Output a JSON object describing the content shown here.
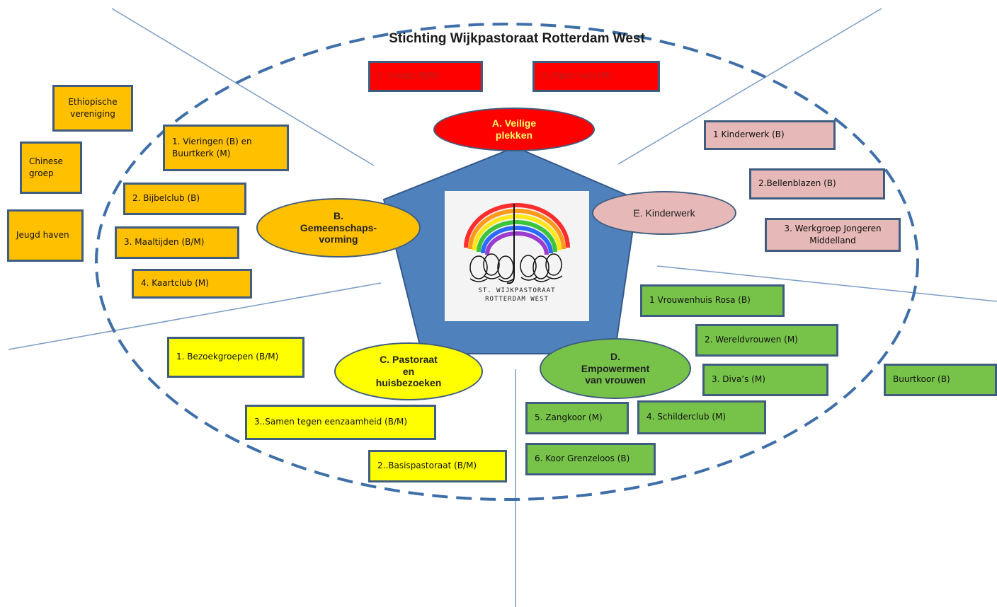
{
  "title": "Stichting Wijkpastoraat Rotterdam West",
  "categories": {
    "a": "A. Veilige\nplekken",
    "b": "B.\nGemeenschaps-\nvorming",
    "c": "C. Pastoraat\nen\nhuisbezoeken",
    "d": "D.\nEmpowerment\nvan vrouwen",
    "e": "E. Kinderwerk"
  },
  "logo": {
    "line1": "ST. WIJKPASTORAAT",
    "line2": "ROTTERDAM WEST"
  },
  "boxes": {
    "inloop": "1. Inloop (B/M)",
    "open_huis": "2. Open huis (M)",
    "ethiopische": "Ethiopische vereniging",
    "chinese": "Chinese groep",
    "jeugd": "Jeugd haven",
    "vieringen": "1. Vieringen (B) en Buurtkerk (M)",
    "bijbelclub": "2. Bijbelclub (B)",
    "maaltijden": "3. Maaltijden (B/M)",
    "kaartclub": "4. Kaartclub (M)",
    "kinderwerk": "1 Kinderwerk (B)",
    "bellenblazen": "2.Bellenblazen (B)",
    "werkgroep": "3. Werkgroep Jongeren Middelland",
    "vrouwenhuis": "1 Vrouwenhuis Rosa (B)",
    "wereldvrouwen": "2.  Wereldvrouwen (M)",
    "divas": "3.  Diva’s (M)",
    "schilderclub": "4. Schilderclub (M)",
    "zangkoor": "5. Zangkoor (M)",
    "koor": "6. Koor Grenzeloos (B)",
    "buurtkoor": "Buurtkoor (B)",
    "bezoekgroepen": "1. Bezoekgroepen (B/M)",
    "samen": "3..Samen tegen eenzaamheid (B/M)",
    "basispastoraat": "2..Basispastoraat (B/M)"
  },
  "colors": {
    "red": "#ff0000",
    "orange": "#ffc000",
    "pink": "#e6b8b7",
    "green": "#77c34a",
    "yellow": "#ffff00",
    "pentagon": "#4f81bd",
    "border": "#3f5d80"
  }
}
